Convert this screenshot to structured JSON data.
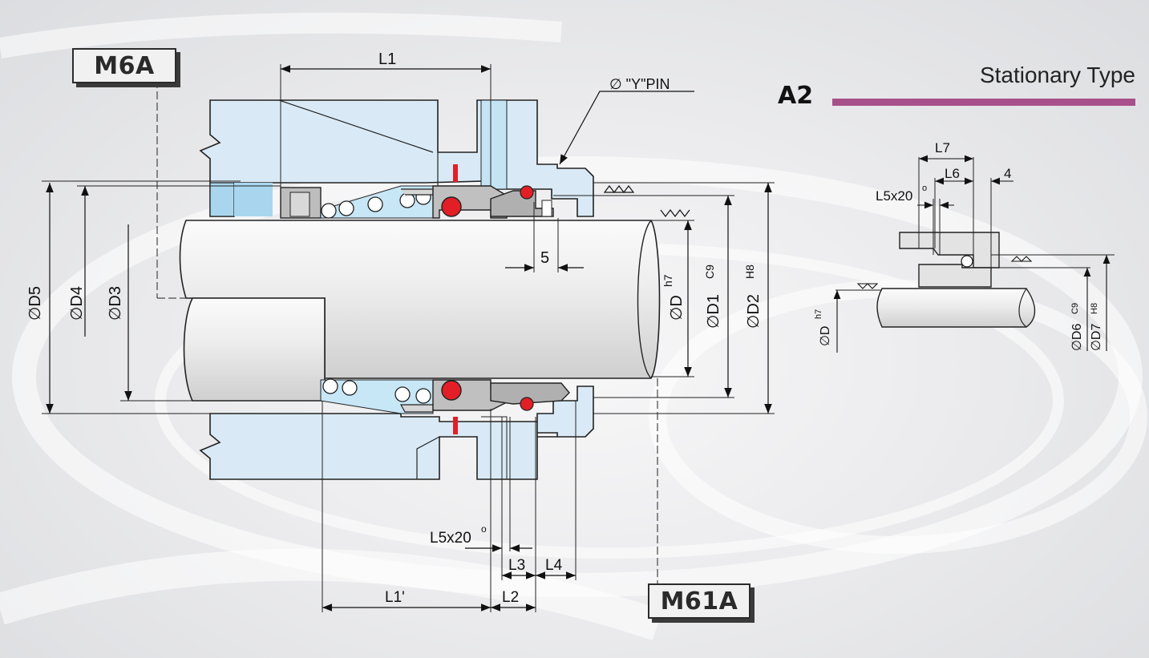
{
  "models": {
    "left": "M6A",
    "right": "M61A"
  },
  "section": {
    "tag": "A2",
    "title": "Stationary Type"
  },
  "colors": {
    "housing": "#d6e8f4",
    "housing_dark": "#a9d6ee",
    "oring": "#e0202a",
    "accent_bar": "#a8508b",
    "metal": "#b8b8b8"
  },
  "dimensions": {
    "L1": "L1",
    "pin": "∅ \"Y\"PIN",
    "five": "5",
    "D": "∅D",
    "D_tol": "h7",
    "D1": "∅D1",
    "D1_tol": "C9",
    "D2": "∅D2",
    "D2_tol": "H8",
    "D3": "∅D3",
    "D4": "∅D4",
    "D5": "∅D5",
    "L5": "L5x20",
    "deg": "o",
    "L3": "L3",
    "L4": "L4",
    "L1p": "L1'",
    "L2": "L2"
  },
  "seat_dimensions": {
    "L7": "L7",
    "L6": "L6",
    "four": "4",
    "L5": "L5x20",
    "deg": "o",
    "D": "∅D",
    "D_tol": "h7",
    "D6": "∅D6",
    "D6_tol": "C9",
    "D7": "∅D7",
    "D7_tol": "H8"
  }
}
